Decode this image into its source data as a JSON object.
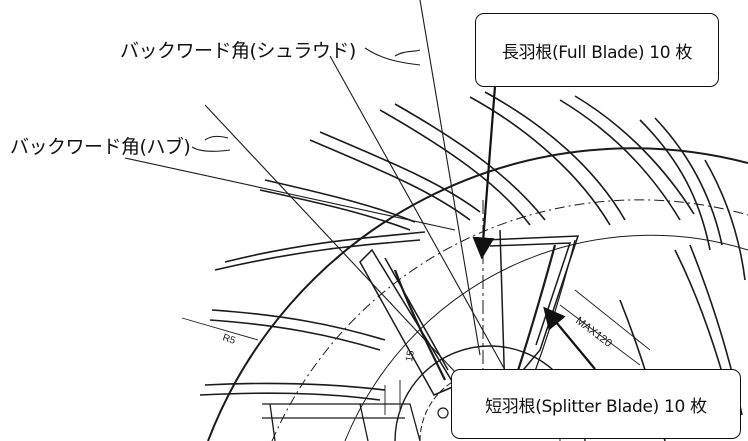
{
  "labels": {
    "backward_angle_shroud": "バックワード角(シュラウド)",
    "backward_angle_hub": "バックワード角(ハブ)",
    "full_blade": "長羽根(Full Blade) 10 枚",
    "splitter_blade": "短羽根(Splitter Blade) 10 枚",
    "dim_r5": "R5",
    "dim_max": "MAX120",
    "dim_small": "15"
  },
  "colors": {
    "line": "#1a1a1a",
    "background": "#ffffff"
  }
}
